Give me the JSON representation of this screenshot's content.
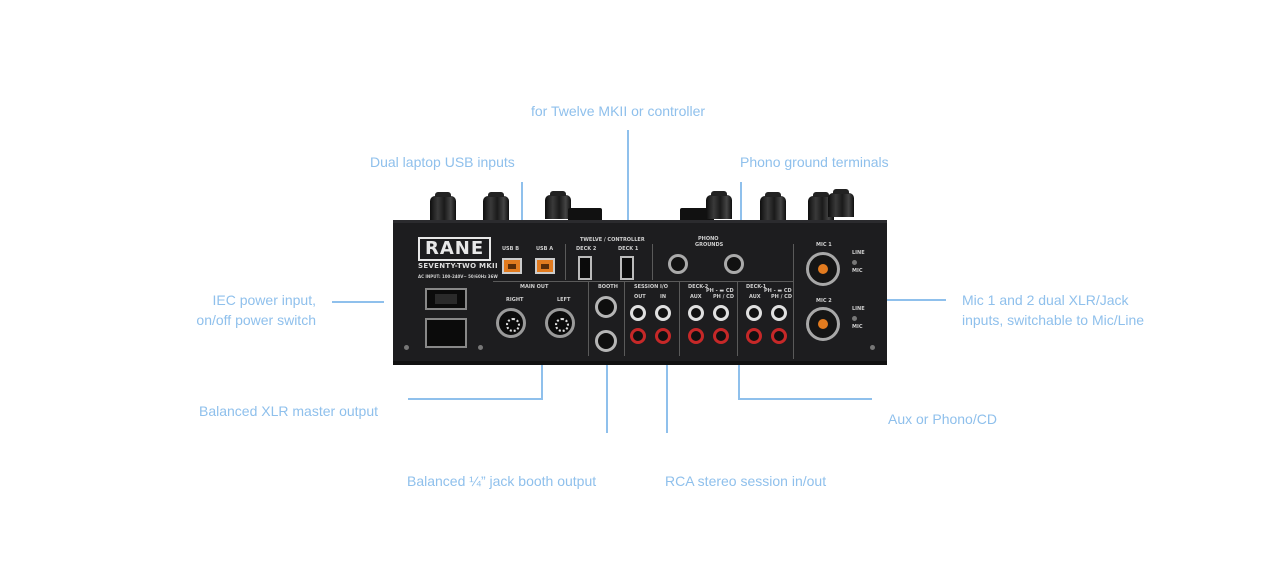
{
  "callouts": {
    "controller": "for Twelve MKII or controller",
    "usb": "Dual laptop USB inputs",
    "phono_ground": "Phono ground terminals",
    "iec_line1": "IEC power input,",
    "iec_line2": "on/off power switch",
    "mic_line1": "Mic 1 and 2 dual XLR/Jack",
    "mic_line2": "inputs, switchable to Mic/Line",
    "xlr_master": "Balanced XLR master output",
    "aux_phono": "Aux or Phono/CD",
    "booth": "Balanced ¼” jack booth output",
    "rca_session": "RCA stereo session in/out"
  },
  "device": {
    "brand": "RANE",
    "model": "SEVENTY-TWO MKII",
    "ac_input": "AC INPUT: 100-240V~ 50/60Hz 36W",
    "labels": {
      "usb_b": "USB B",
      "usb_a": "USB A",
      "twelve_controller": "TWELVE / CONTROLLER",
      "deck2": "DECK 2",
      "deck1": "DECK 1",
      "phono_grounds_1": "PHONO",
      "phono_grounds_2": "GROUNDS",
      "mic1": "MIC 1",
      "mic2": "MIC 2",
      "line": "LINE",
      "mic": "MIC",
      "main_out": "MAIN OUT",
      "right": "RIGHT",
      "left": "LEFT",
      "booth": "BOOTH",
      "session_io": "SESSION I/O",
      "out": "OUT",
      "in": "IN",
      "deck2_rca": "DECK-2",
      "deck1_rca": "DECK-1",
      "aux": "AUX",
      "ph_cd": "PH / CD",
      "ph_switch": "PH - ▬ CD"
    }
  },
  "colors": {
    "callout": "#8fc0ec",
    "device_body": "#1d1d1f",
    "usb_port": "#e27b1f",
    "rca_red": "#c62828"
  }
}
